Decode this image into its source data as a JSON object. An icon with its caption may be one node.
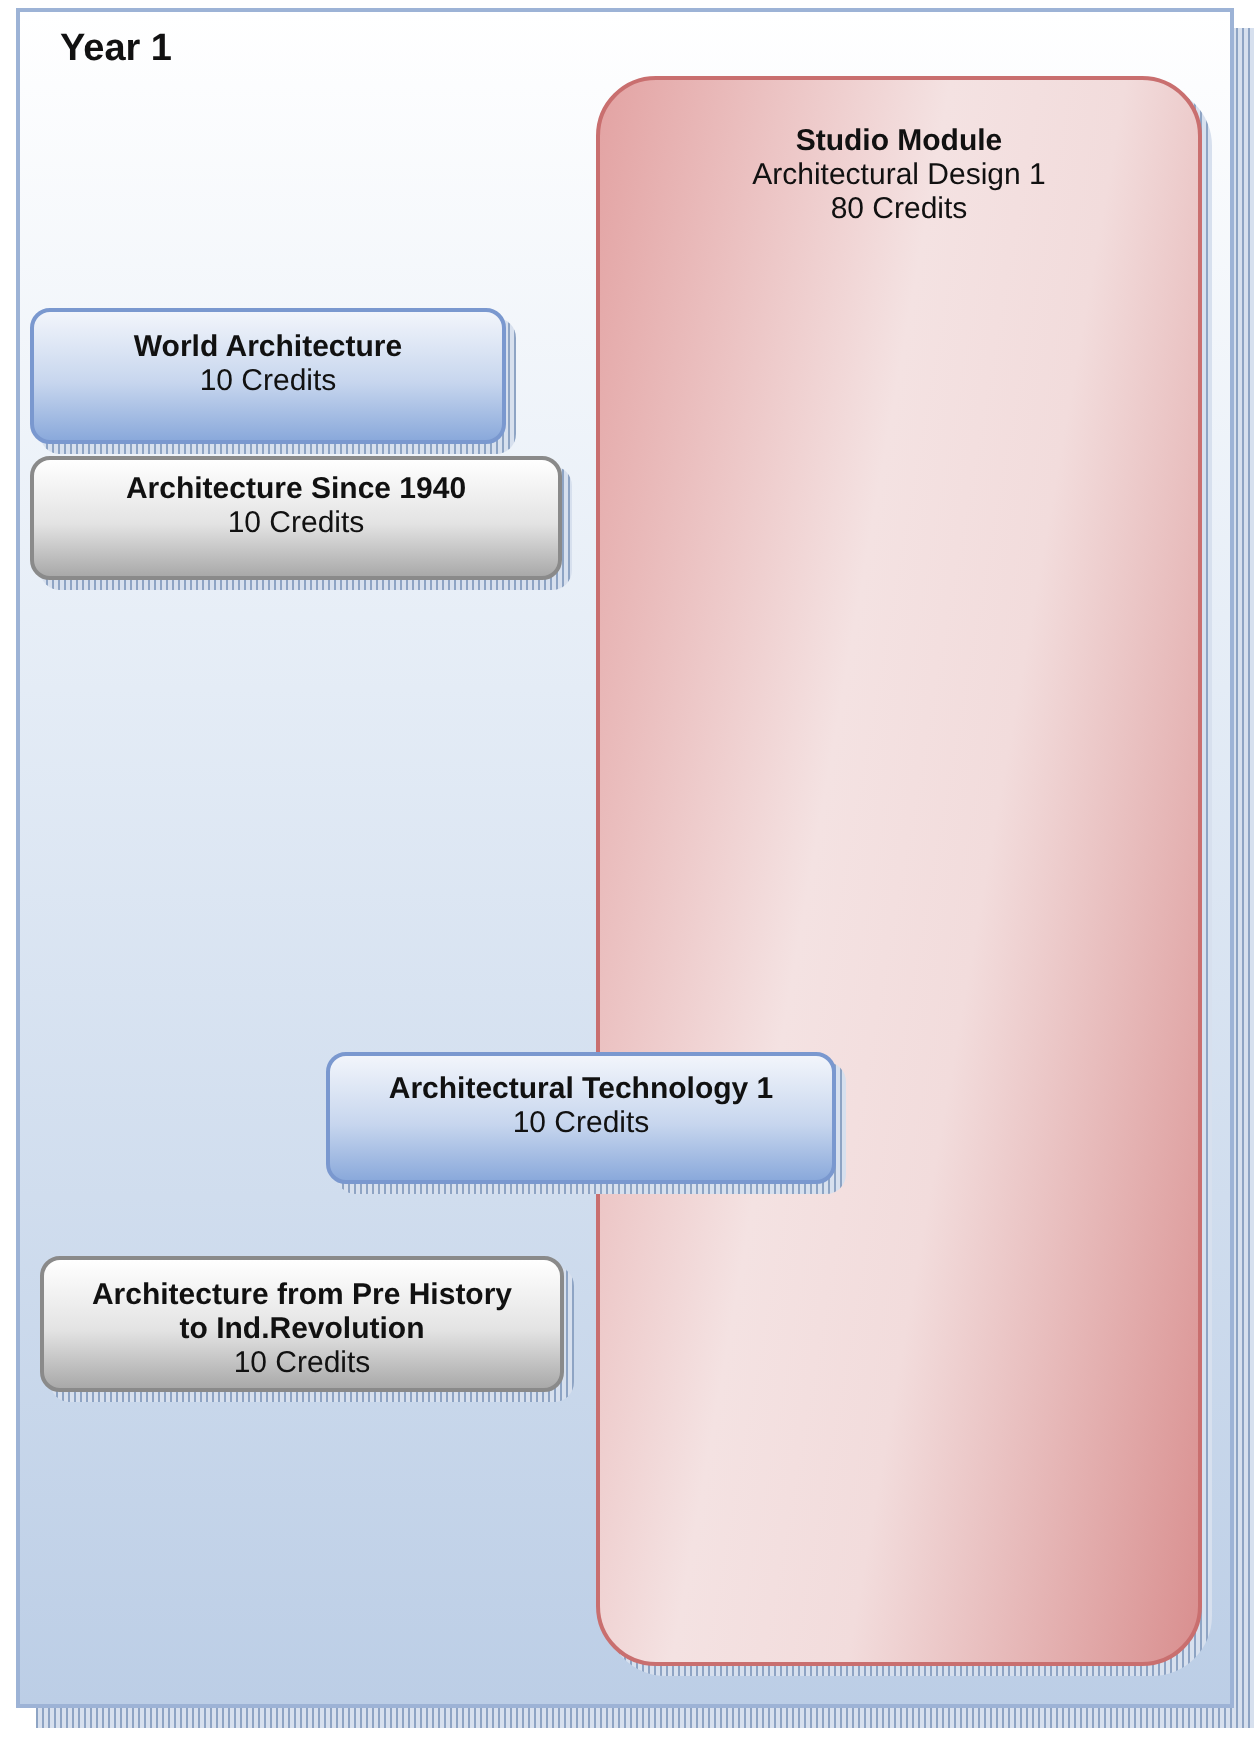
{
  "diagram": {
    "nodes": [
      {
        "text": [
          "Year 1"
        ]
      },
      {
        "text": [
          "Studio Module",
          "Architectural Design 1",
          "80 Credits"
        ],
        "in": 0
      },
      {
        "text": [
          "World Architecture",
          "10 Credits"
        ],
        "in": 0
      },
      {
        "text": [
          "Architecture Since 1940",
          "10 Credits"
        ],
        "in": 0
      },
      {
        "text": [
          "Architectural Technology 1",
          "10 Credits"
        ],
        "in": 0
      },
      {
        "text": [
          "Architecture from Pre History to Ind.Revolution",
          "10 Credits"
        ],
        "in": 0
      }
    ]
  }
}
